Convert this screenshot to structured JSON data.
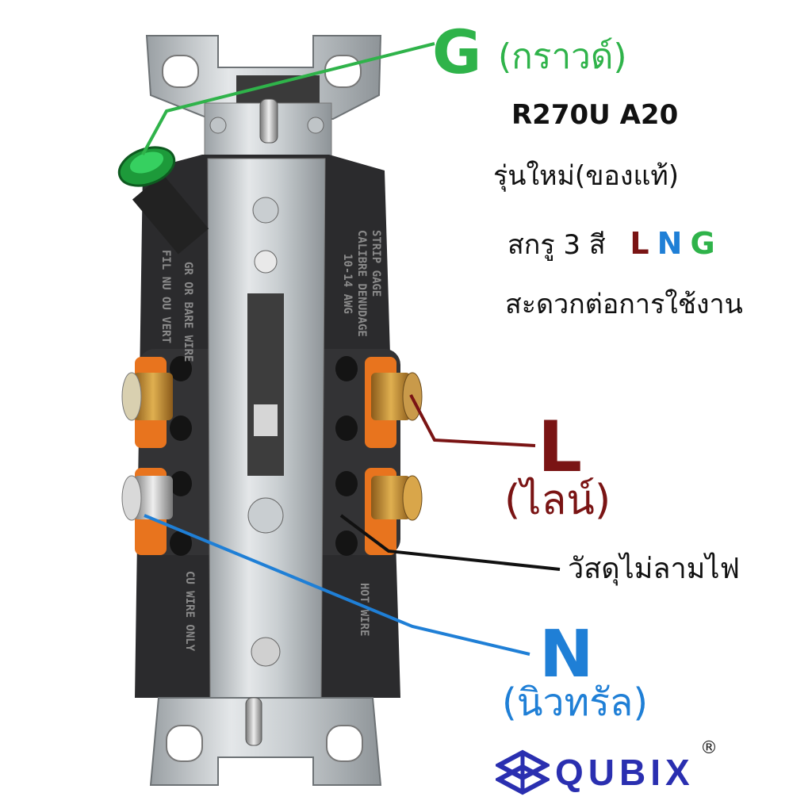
{
  "colors": {
    "ground": "#2fb34a",
    "line": "#7a1414",
    "neutral": "#1f7fd6",
    "brand": "#2a2fb0"
  },
  "ground": {
    "letter": "G",
    "thai": "(กราวด์)"
  },
  "model": "R270U A20",
  "new_genuine": "รุ่นใหม่(ของแท้)",
  "screws": {
    "text": "สกรู 3 สี",
    "l": "L",
    "n": "N",
    "g": "G"
  },
  "convenient": "สะดวกต่อการใช้งาน",
  "line": {
    "letter": "L",
    "thai": "(ไลน์)"
  },
  "fireproof": "วัสดุไม่ลามไฟ",
  "neutral": {
    "letter": "N",
    "thai": "(นิวทรัล)"
  },
  "brand": {
    "name": "QUBIX",
    "registered": "®",
    "logo_icon": "cube-logo-icon"
  },
  "product": {
    "image_icon": "electrical-outlet-back-photo",
    "body_text": {
      "strip_gage": "STRIP GAGE",
      "calibre": "CALIBRE DENUDAGE",
      "awg": "10-14 AWG",
      "hot_wire": "HOT WIRE",
      "cu_wire": "CU WIRE ONLY",
      "gr_wire": "GR OR BARE WIRE",
      "vert": "FIL NU OU VERT"
    }
  }
}
